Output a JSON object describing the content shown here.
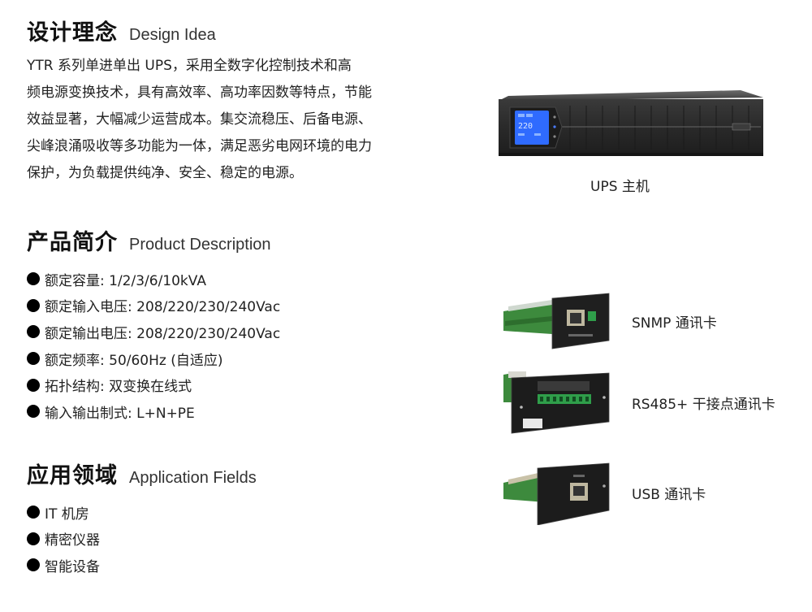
{
  "design": {
    "title_zh": "设计理念",
    "title_en": "Design Idea",
    "paragraph_lines": [
      "YTR 系列单进单出 UPS，采用全数字化控制技术和高",
      "频电源变换技术，具有高效率、高功率因数等特点，节能",
      "效益显著，大幅减少运营成本。集交流稳压、后备电源、",
      "尖峰浪涌吸收等多功能为一体，满足恶劣电网环境的电力",
      "保护，为负载提供纯净、安全、稳定的电源。"
    ]
  },
  "product": {
    "title_zh": "产品简介",
    "title_en": "Product Description",
    "items": [
      "额定容量: 1/2/3/6/10kVA",
      "额定输入电压: 208/220/230/240Vac",
      "额定输出电压: 208/220/230/240Vac",
      "额定频率: 50/60Hz (自适应)",
      "拓扑结构: 双变换在线式",
      "输入输出制式: L+N+PE"
    ]
  },
  "application": {
    "title_zh": "应用领域",
    "title_en": "Application Fields",
    "items": [
      "IT 机房",
      "精密仪器",
      "智能设备"
    ]
  },
  "figures": {
    "ups_caption": "UPS 主机",
    "ups_display_value": "220",
    "cards": [
      {
        "label": "SNMP 通讯卡",
        "icon": "snmp-card-image"
      },
      {
        "label": "RS485+ 干接点通讯卡",
        "icon": "rs485-card-image"
      },
      {
        "label": "USB 通讯卡",
        "icon": "usb-card-image"
      }
    ]
  },
  "colors": {
    "text": "#222222",
    "heading": "#111111",
    "lcd_blue": "#2f6bff",
    "ups_body": "#2b2b2b",
    "pcb_green": "#3d8a3d",
    "terminal_green": "#2f9e4a"
  }
}
